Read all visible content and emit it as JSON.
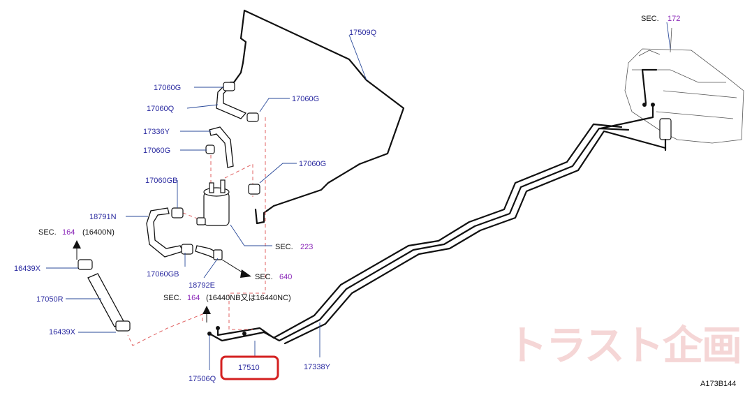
{
  "labels": {
    "p17509Q": "17509Q",
    "p17060G_a": "17060G",
    "p17060Q": "17060Q",
    "p17060G_b": "17060G",
    "p17336Y": "17336Y",
    "p17060G_c": "17060G",
    "p17060G_d": "17060G",
    "p17060GB_a": "17060GB",
    "p18791N": "18791N",
    "p17060GB_b": "17060GB",
    "p18792E": "18792E",
    "p16439X_a": "16439X",
    "p17050R": "17050R",
    "p16439X_b": "16439X",
    "p17506Q": "17506Q",
    "p17510": "17510",
    "p17338Y": "17338Y"
  },
  "sections": {
    "sec_prefix": "SEC.",
    "sec172": "172",
    "sec164a": "164",
    "sec164a_note": "(16400N)",
    "sec223": "223",
    "sec640": "640",
    "sec164b": "164",
    "sec164b_note": "(16440NB又は16440NC)"
  },
  "diagram_code": "A173B144",
  "watermark": "トラスト企画",
  "highlight_color": "#d42020"
}
